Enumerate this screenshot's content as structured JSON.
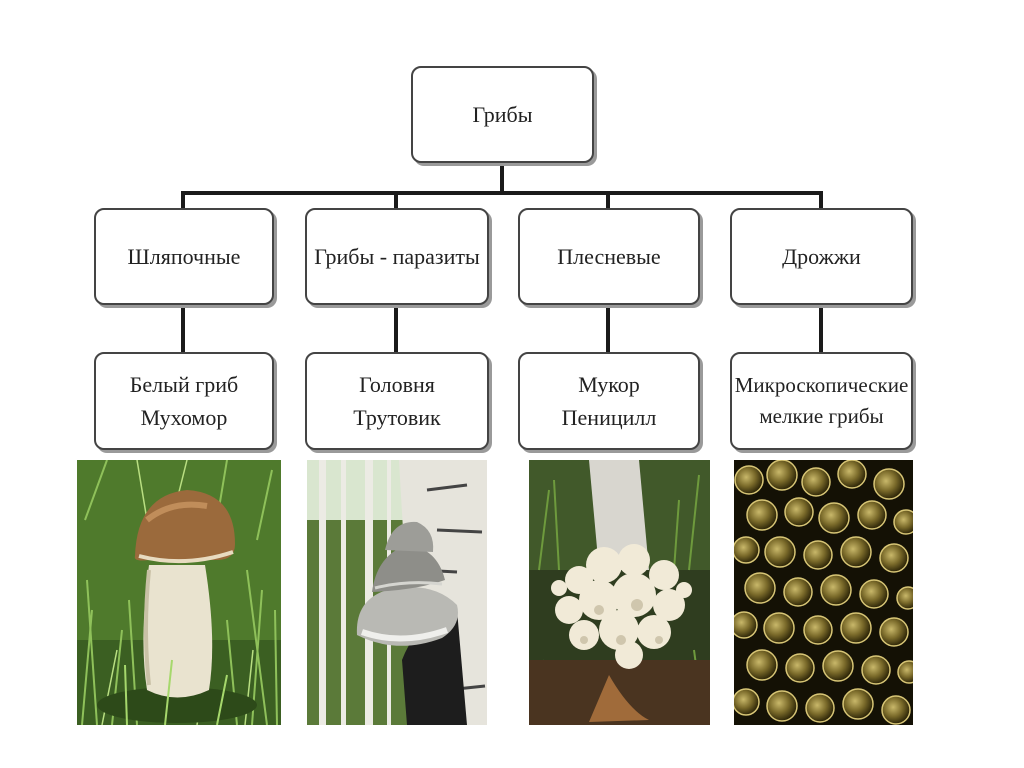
{
  "root": {
    "label": "Грибы"
  },
  "categories": [
    {
      "label": "Шляпочные",
      "examples": [
        "Белый гриб",
        "Мухомор"
      ]
    },
    {
      "label": "Грибы - паразиты",
      "examples": [
        "Головня",
        "Трутовик"
      ]
    },
    {
      "label": "Плесневые",
      "examples": [
        "Мукор",
        "Пеницилл"
      ]
    },
    {
      "label": "Дрожжи",
      "examples": [
        "Микроскопические",
        "мелкие грибы"
      ]
    }
  ],
  "colors": {
    "box_border": "#444444",
    "connector": "#1a1a1a",
    "background": "#ffffff"
  }
}
